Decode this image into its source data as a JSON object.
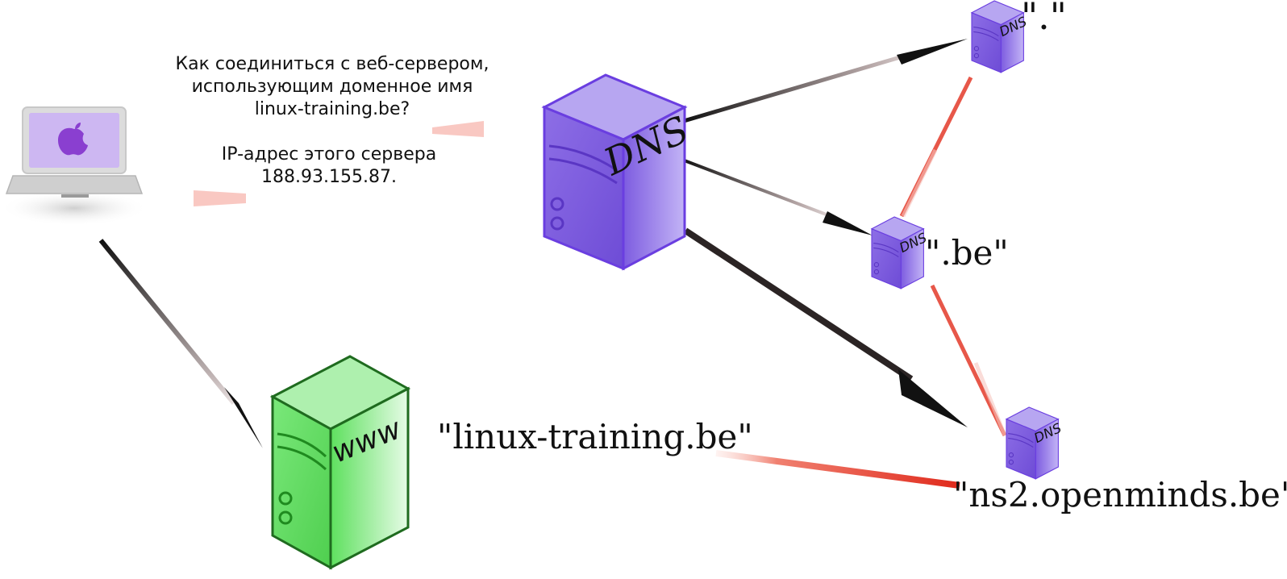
{
  "query": {
    "lines": [
      "Как соединиться с веб-сервером,",
      "использующим доменное имя",
      "linux-training.be?"
    ]
  },
  "reply": {
    "lines": [
      "IP-адрес этого сервера",
      "188.93.155.87."
    ]
  },
  "servers": {
    "main_dns_label": "DNS",
    "root_dns_label": "DNS",
    "be_dns_label": "DNS",
    "ns2_dns_label": "DNS",
    "web_label": "www"
  },
  "labels": {
    "root": "\".\"",
    "be": "\".be\"",
    "domain": "\"linux-training.be\"",
    "ns2": "\"ns2.openminds.be\""
  },
  "colors": {
    "dns_purple": "#8b6ae6",
    "www_green": "#6ee86e",
    "request_red": "#e03020",
    "arrow_dark": "#111111"
  }
}
